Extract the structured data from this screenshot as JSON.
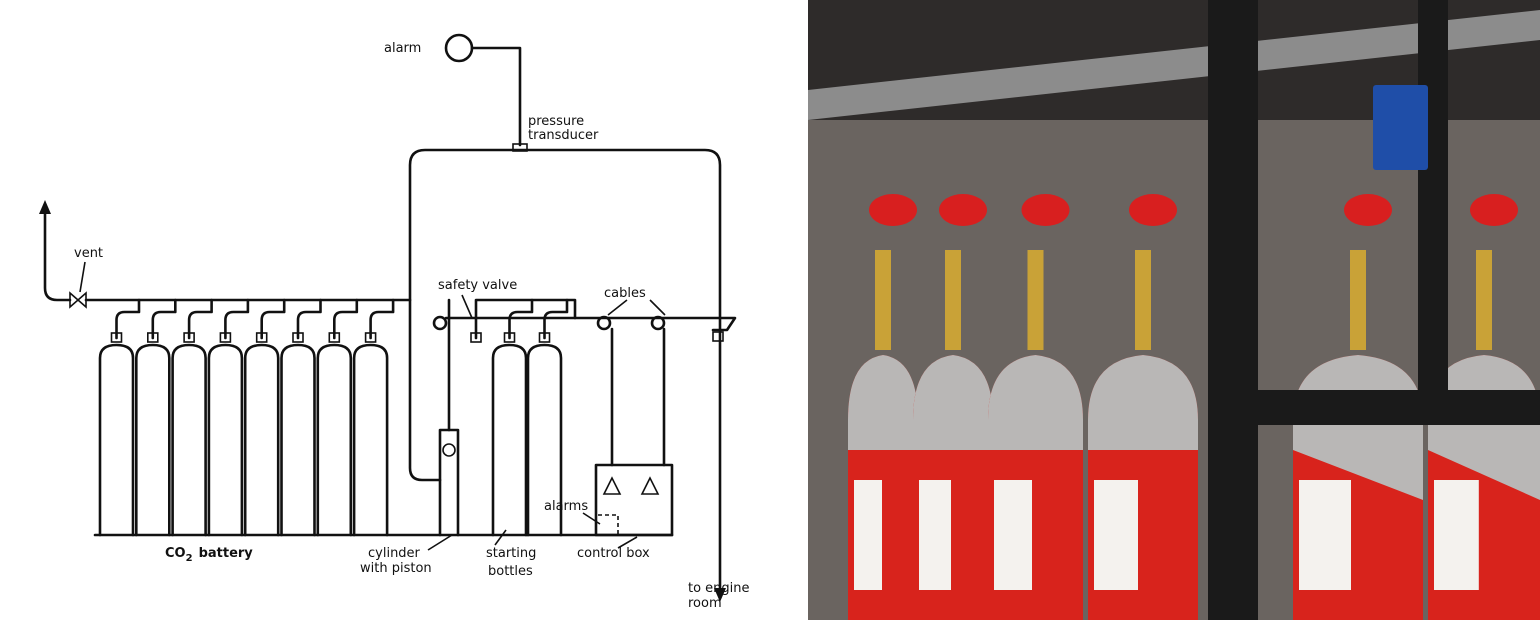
{
  "diagram": {
    "labels": {
      "alarm": "alarm",
      "pressure": "pressure",
      "transducer": "transducer",
      "vent": "vent",
      "safety_valve": "safety  valve",
      "cables": "cables",
      "co2": "CO",
      "co2_sub": "2",
      "battery": "battery",
      "cylinder": "cylinder",
      "with_piston": "with piston",
      "starting": "starting",
      "bottles": "bottles",
      "alarms": "alarms",
      "control_box": "control  box",
      "to_engine": "to  engine",
      "room": "room"
    },
    "co2_cylinder_count": 8,
    "starting_bottle_count": 2
  },
  "photo": {
    "colors": {
      "cylinder_red": "#d8231c",
      "cylinder_grey": "#b9b7b6",
      "frame": "#1a1a1a",
      "valve_cap": "#d81f1f",
      "brass": "#c9a237",
      "sensor": "#1f4ea8"
    }
  }
}
